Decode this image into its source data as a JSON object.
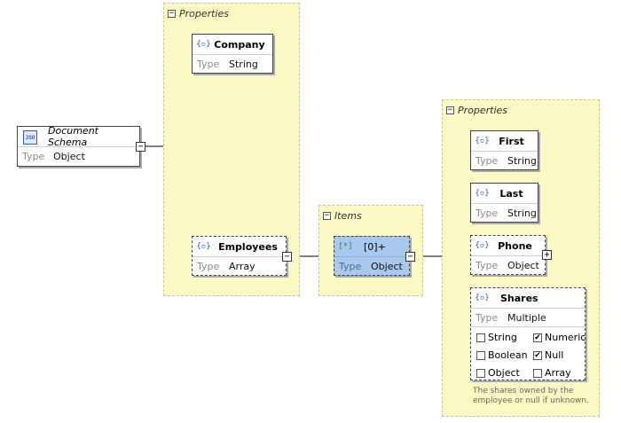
{
  "root": {
    "title": "Document Schema",
    "type_label": "Type",
    "type_value": "Object",
    "icon": "json-document-icon"
  },
  "properties_group": {
    "title": "Properties"
  },
  "company": {
    "name": "Company",
    "type_label": "Type",
    "type_value": "String",
    "icon": "object-property-icon"
  },
  "employees": {
    "name": "Employees",
    "type_label": "Type",
    "type_value": "Array",
    "icon": "object-property-icon"
  },
  "items_group": {
    "title": "Items"
  },
  "items": {
    "name": "[0]+",
    "type_label": "Type",
    "type_value": "Object",
    "icon": "array-item-icon"
  },
  "employee_properties_group": {
    "title": "Properties"
  },
  "first": {
    "name": "First",
    "type_label": "Type",
    "type_value": "String"
  },
  "last": {
    "name": "Last",
    "type_label": "Type",
    "type_value": "String"
  },
  "phone": {
    "name": "Phone",
    "type_label": "Type",
    "type_value": "Object"
  },
  "shares": {
    "name": "Shares",
    "type_label": "Type",
    "type_value": "Multiple",
    "options": [
      {
        "label": "String",
        "checked": false
      },
      {
        "label": "Numeric",
        "checked": true
      },
      {
        "label": "Boolean",
        "checked": false
      },
      {
        "label": "Null",
        "checked": true
      },
      {
        "label": "Object",
        "checked": false
      },
      {
        "label": "Array",
        "checked": false
      }
    ],
    "description_line1": "The shares owned by the",
    "description_line2": "employee or null if unknown."
  },
  "colors": {
    "group_bg": "#fbf8c3",
    "selected_bg": "#a9c8ee",
    "icon": "#3558b6"
  }
}
